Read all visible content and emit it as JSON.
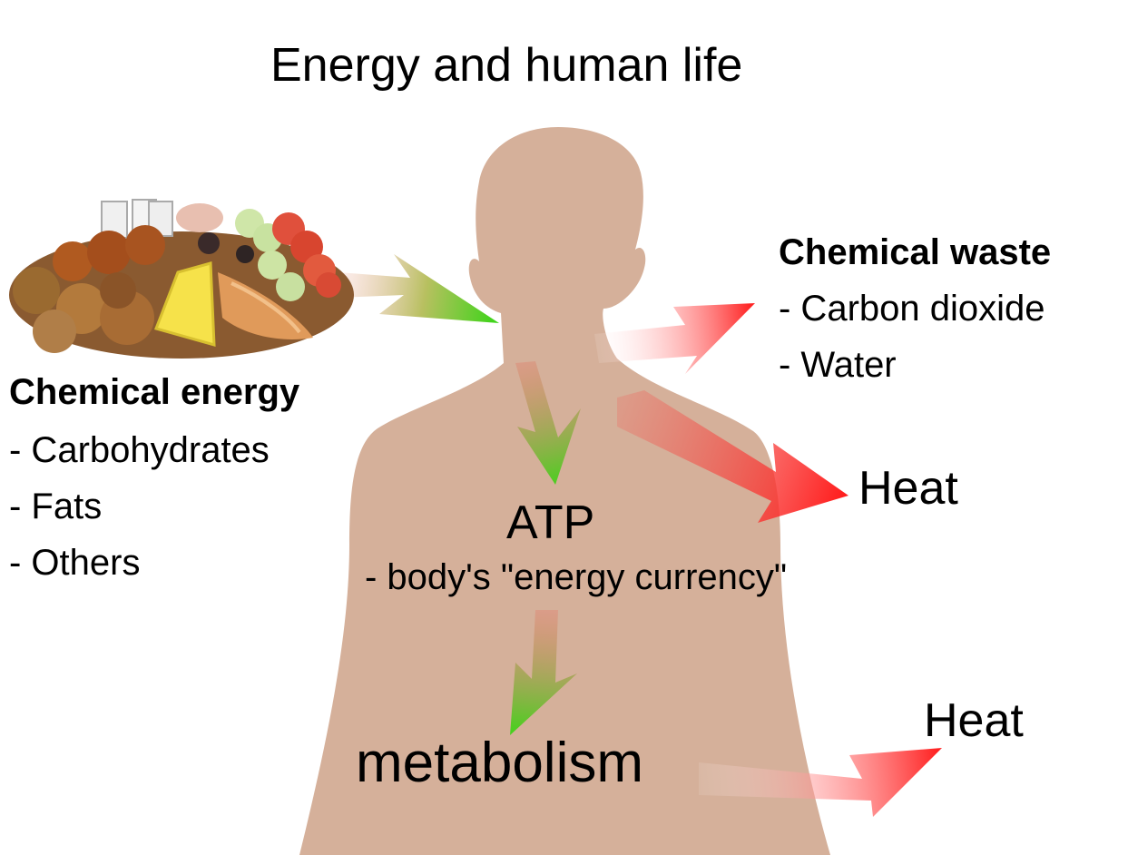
{
  "title": "Energy and human life",
  "chemical_energy": {
    "heading": "Chemical energy",
    "items": [
      "- Carbohydrates",
      "- Fats",
      "- Others"
    ]
  },
  "chemical_waste": {
    "heading": "Chemical waste",
    "items": [
      "- Carbon dioxide",
      "- Water"
    ]
  },
  "heat_upper": "Heat",
  "heat_lower": "Heat",
  "atp": {
    "label": "ATP",
    "description": "- body's \"energy currency\""
  },
  "metabolism": "metabolism",
  "colors": {
    "body": "#d5b09a",
    "arrow_green": "#4cd21e",
    "arrow_red": "#ff2020"
  }
}
